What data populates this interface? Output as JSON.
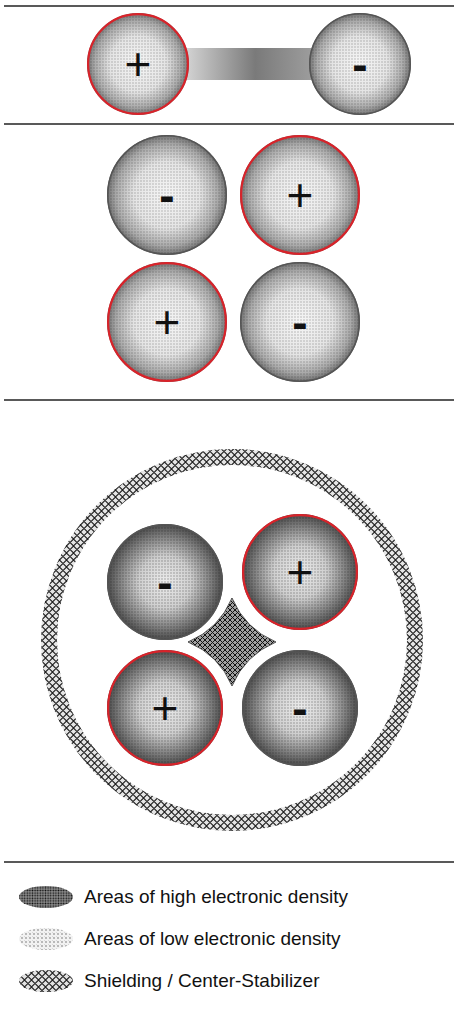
{
  "diagram": {
    "nodes": [
      {
        "text": [
          "+"
        ]
      },
      {
        "text": [
          "-"
        ]
      },
      {
        "text": [
          "-"
        ]
      },
      {
        "text": [
          "+"
        ]
      },
      {
        "text": [
          "+"
        ]
      },
      {
        "text": [
          "-"
        ]
      },
      {
        "text": [
          "-"
        ]
      },
      {
        "text": [
          "+"
        ]
      },
      {
        "text": [
          "+"
        ]
      },
      {
        "text": [
          "-"
        ]
      }
    ],
    "edges": [
      {
        "from": 0,
        "to": 1,
        "arrow": "none"
      }
    ],
    "legend": [
      {
        "text": "Areas of high electronic density"
      },
      {
        "text": "Areas of low electronic density"
      },
      {
        "text": "Shielding / Center-Stabilizer"
      }
    ]
  }
}
